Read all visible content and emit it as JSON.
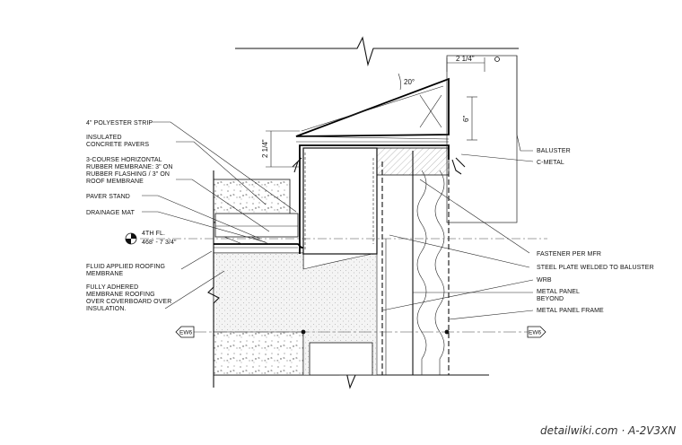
{
  "labels_left": [
    {
      "id": "polyester",
      "lines": [
        "4\" POLYESTER STRIP"
      ]
    },
    {
      "id": "pavers",
      "lines": [
        "INSULATED",
        "CONCRETE PAVERS"
      ]
    },
    {
      "id": "membrane3",
      "lines": [
        "3-COURSE HORIZONTAL",
        "RUBBER MEMBRANE: 3\" ON",
        "RUBBER FLASHING / 3\" ON",
        "ROOF MEMBRANE"
      ]
    },
    {
      "id": "paverstand",
      "lines": [
        "PAVER STAND"
      ]
    },
    {
      "id": "drainage",
      "lines": [
        "DRAINAGE MAT"
      ]
    },
    {
      "id": "fluid",
      "lines": [
        "FLUID APPLIED ROOFING",
        "MEMBRANE"
      ]
    },
    {
      "id": "adhered",
      "lines": [
        "FULLY ADHERED",
        "MEMBRANE ROOFING",
        "OVER COVERBOARD OVER",
        "INSULATION."
      ]
    }
  ],
  "labels_right": [
    {
      "id": "baluster",
      "lines": [
        "BALUSTER"
      ]
    },
    {
      "id": "cmetal",
      "lines": [
        "C-METAL"
      ]
    },
    {
      "id": "fastener",
      "lines": [
        "FASTENER PER MFR"
      ]
    },
    {
      "id": "steelplate",
      "lines": [
        "STEEL PLATE WELDED TO BALUSTER"
      ]
    },
    {
      "id": "wrb",
      "lines": [
        "WRB"
      ]
    },
    {
      "id": "metalpanel",
      "lines": [
        "METAL PANEL",
        "BEYOND"
      ]
    },
    {
      "id": "panelframe",
      "lines": [
        "METAL PANEL FRAME"
      ]
    }
  ],
  "level": {
    "name": "4TH FL.",
    "elevation": "468' - 7 3/4\""
  },
  "dimensions": {
    "top_width": "2 1/4\"",
    "slope": "20°",
    "left_height": "2 1/4\"",
    "right_height": "6\""
  },
  "grid_tags": {
    "left": "EW6",
    "right": "EW6"
  },
  "credit": "detailwiki.com · A-2V3XN"
}
